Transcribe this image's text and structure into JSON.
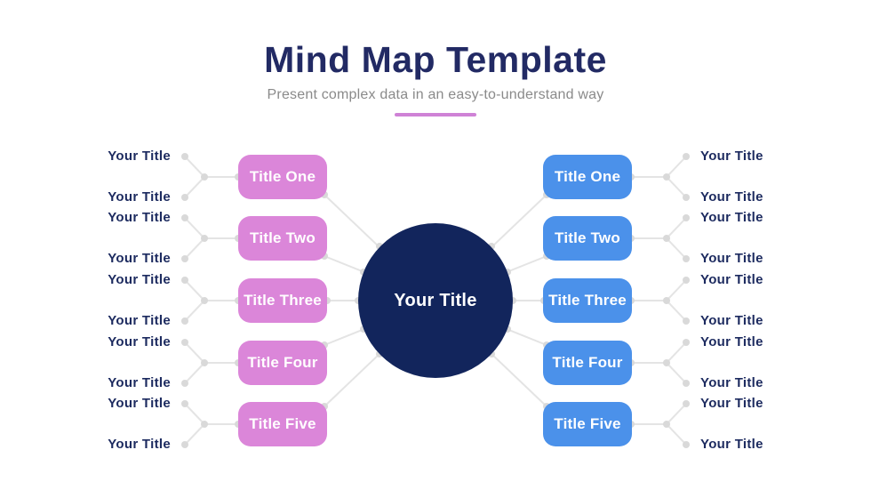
{
  "header": {
    "title": "Mind Map Template",
    "subtitle": "Present complex data in an easy-to-understand way"
  },
  "center": {
    "label": "Your Title"
  },
  "left": {
    "nodes": [
      {
        "label": "Title One",
        "leaves": [
          "Your Title",
          "Your Title"
        ]
      },
      {
        "label": "Title Two",
        "leaves": [
          "Your Title",
          "Your Title"
        ]
      },
      {
        "label": "Title Three",
        "leaves": [
          "Your Title",
          "Your Title"
        ]
      },
      {
        "label": "Title Four",
        "leaves": [
          "Your Title",
          "Your Title"
        ]
      },
      {
        "label": "Title Five",
        "leaves": [
          "Your Title",
          "Your Title"
        ]
      }
    ]
  },
  "right": {
    "nodes": [
      {
        "label": "Title One",
        "leaves": [
          "Your Title",
          "Your Title"
        ]
      },
      {
        "label": "Title Two",
        "leaves": [
          "Your Title",
          "Your Title"
        ]
      },
      {
        "label": "Title Three",
        "leaves": [
          "Your Title",
          "Your Title"
        ]
      },
      {
        "label": "Title Four",
        "leaves": [
          "Your Title",
          "Your Title"
        ]
      },
      {
        "label": "Title Five",
        "leaves": [
          "Your Title",
          "Your Title"
        ]
      }
    ]
  },
  "colors": {
    "title_navy": "#222A64",
    "label_navy": "#1C2A5F",
    "circle_navy": "#12255C",
    "pink": "#DB86D9",
    "blue": "#4B91EA",
    "accent_underline": "#CF82D6",
    "subtitle_gray": "#8A8A8A",
    "connector_line": "#E4E4E4",
    "connector_dot": "#D9D9D9"
  }
}
